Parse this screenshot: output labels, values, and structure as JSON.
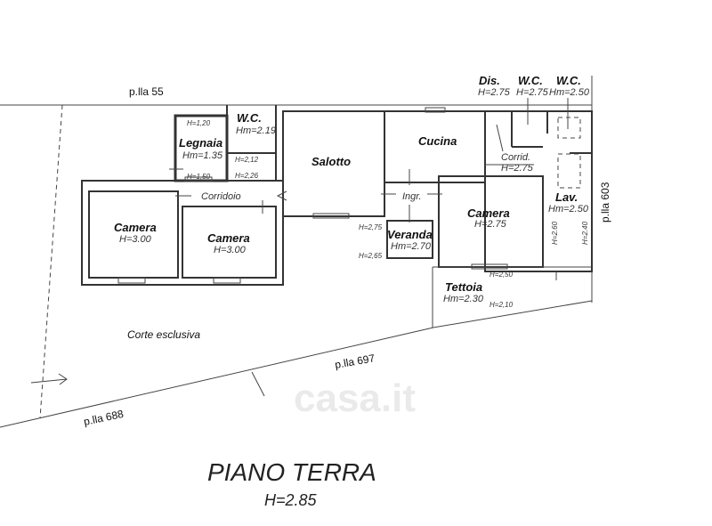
{
  "parcels": {
    "north": "p.lla 55",
    "east": "p.lla 603",
    "south": "p.lla 697",
    "southwest": "p.lla 688"
  },
  "courtyard": "Corte esclusiva",
  "rooms": {
    "legnaia": {
      "name": "Legnaia",
      "height": "Hm=1.35",
      "h_top": "H=1,20",
      "h_bottom": "H=1,50"
    },
    "wc_left": {
      "name": "W.C.",
      "height": "Hm=2.19",
      "h1": "H=2,12",
      "h2": "H=2,26"
    },
    "corridoio": {
      "name": "Corridoio"
    },
    "camera1": {
      "name": "Camera",
      "height": "H=3.00"
    },
    "camera2": {
      "name": "Camera",
      "height": "H=3.00"
    },
    "salotto": {
      "name": "Salotto"
    },
    "cucina": {
      "name": "Cucina"
    },
    "ingresso": {
      "name": "Ingr."
    },
    "camera3": {
      "name": "Camera",
      "height": "H=2.75"
    },
    "veranda": {
      "name": "Veranda",
      "height": "Hm=2.70",
      "h1": "H=2,75",
      "h2": "H=2,65"
    },
    "dis": {
      "name": "Dis.",
      "height": "H=2.75"
    },
    "wc2": {
      "name": "W.C.",
      "height": "H=2.75"
    },
    "wc3": {
      "name": "W.C.",
      "height": "Hm=2.50"
    },
    "corrid": {
      "name": "Corrid.",
      "height": "H=2.75"
    },
    "lav": {
      "name": "Lav.",
      "height": "Hm=2.50",
      "h1": "H=2.60",
      "h2": "H=2.40"
    },
    "tettoia": {
      "name": "Tettoia",
      "height": "Hm=2.30",
      "h1": "H=2,50",
      "h2": "H=2,10"
    }
  },
  "floor": {
    "title": "PIANO TERRA",
    "height": "H=2.85"
  },
  "watermark": "casa.it"
}
